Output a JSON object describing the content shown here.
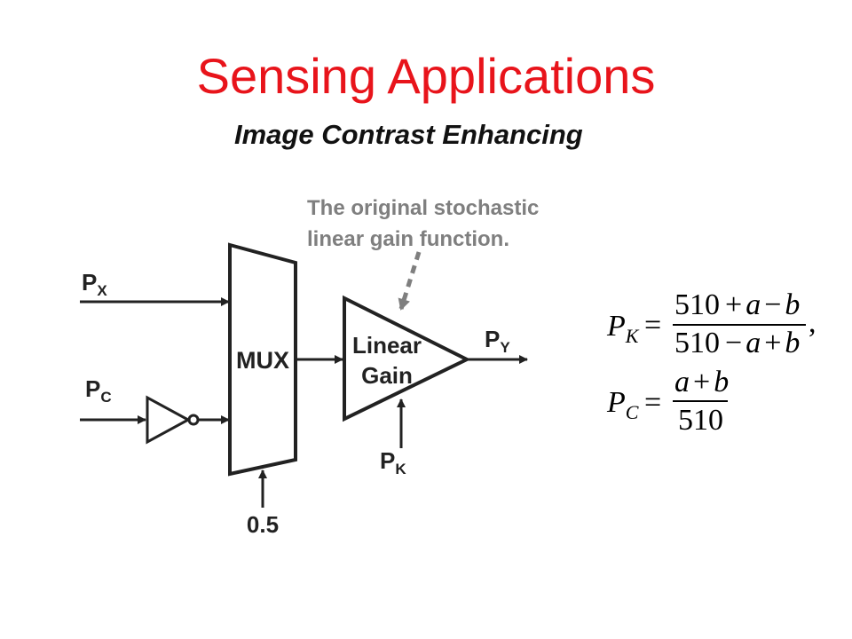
{
  "title": "Sensing Applications",
  "subtitle": "Image Contrast Enhancing",
  "annotation": {
    "line1": "The original stochastic",
    "line2": "linear gain function."
  },
  "diagram": {
    "inputs": {
      "px": {
        "base": "P",
        "sub": "X"
      },
      "pc": {
        "base": "P",
        "sub": "C"
      },
      "pk": {
        "base": "P",
        "sub": "K"
      },
      "select_value": "0.5"
    },
    "mux_label": "MUX",
    "gain_label_1": "Linear",
    "gain_label_2": "Gain",
    "output": {
      "base": "P",
      "sub": "Y"
    }
  },
  "equations": {
    "pk": {
      "lhs_base": "P",
      "lhs_sub": "K",
      "eq": "=",
      "num": [
        "510",
        "+",
        "a",
        "−",
        "b"
      ],
      "den": [
        "510",
        "−",
        "a",
        "+",
        "b"
      ],
      "trail": ","
    },
    "pc": {
      "lhs_base": "P",
      "lhs_sub": "C",
      "eq": "=",
      "num": [
        "a",
        "+",
        "b"
      ],
      "den": [
        "510"
      ]
    }
  },
  "colors": {
    "title": "#e8141b",
    "subtitle": "#111111",
    "diagram_ink": "#222222",
    "annotation": "#7f7f7f"
  }
}
